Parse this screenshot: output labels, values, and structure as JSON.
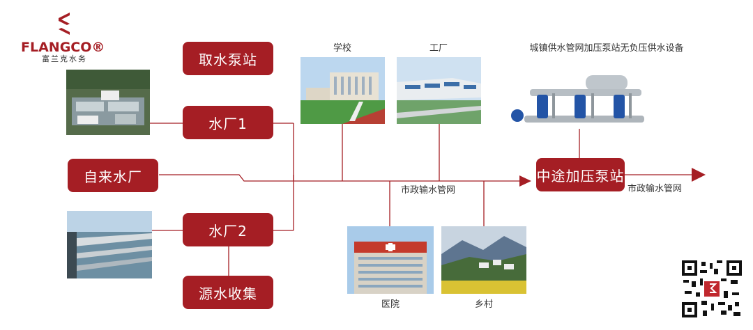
{
  "brand": {
    "logo_word": "FLANGCO®",
    "logo_subtitle": "富兰克水务",
    "accent_color": "#a51e24"
  },
  "nodes": {
    "intake_pump": "取水泵站",
    "plant1": "水厂1",
    "waterworks": "自来水厂",
    "plant2": "水厂2",
    "raw_water": "源水收集",
    "booster": "中途加压泵站"
  },
  "captions": {
    "school": "学校",
    "factory": "工厂",
    "equipment": "城镇供水管网加压泵站无负压供水设备",
    "hospital": "医院",
    "village": "乡村",
    "pipe_main": "市政输水管网",
    "pipe_out": "市政输水管网"
  }
}
